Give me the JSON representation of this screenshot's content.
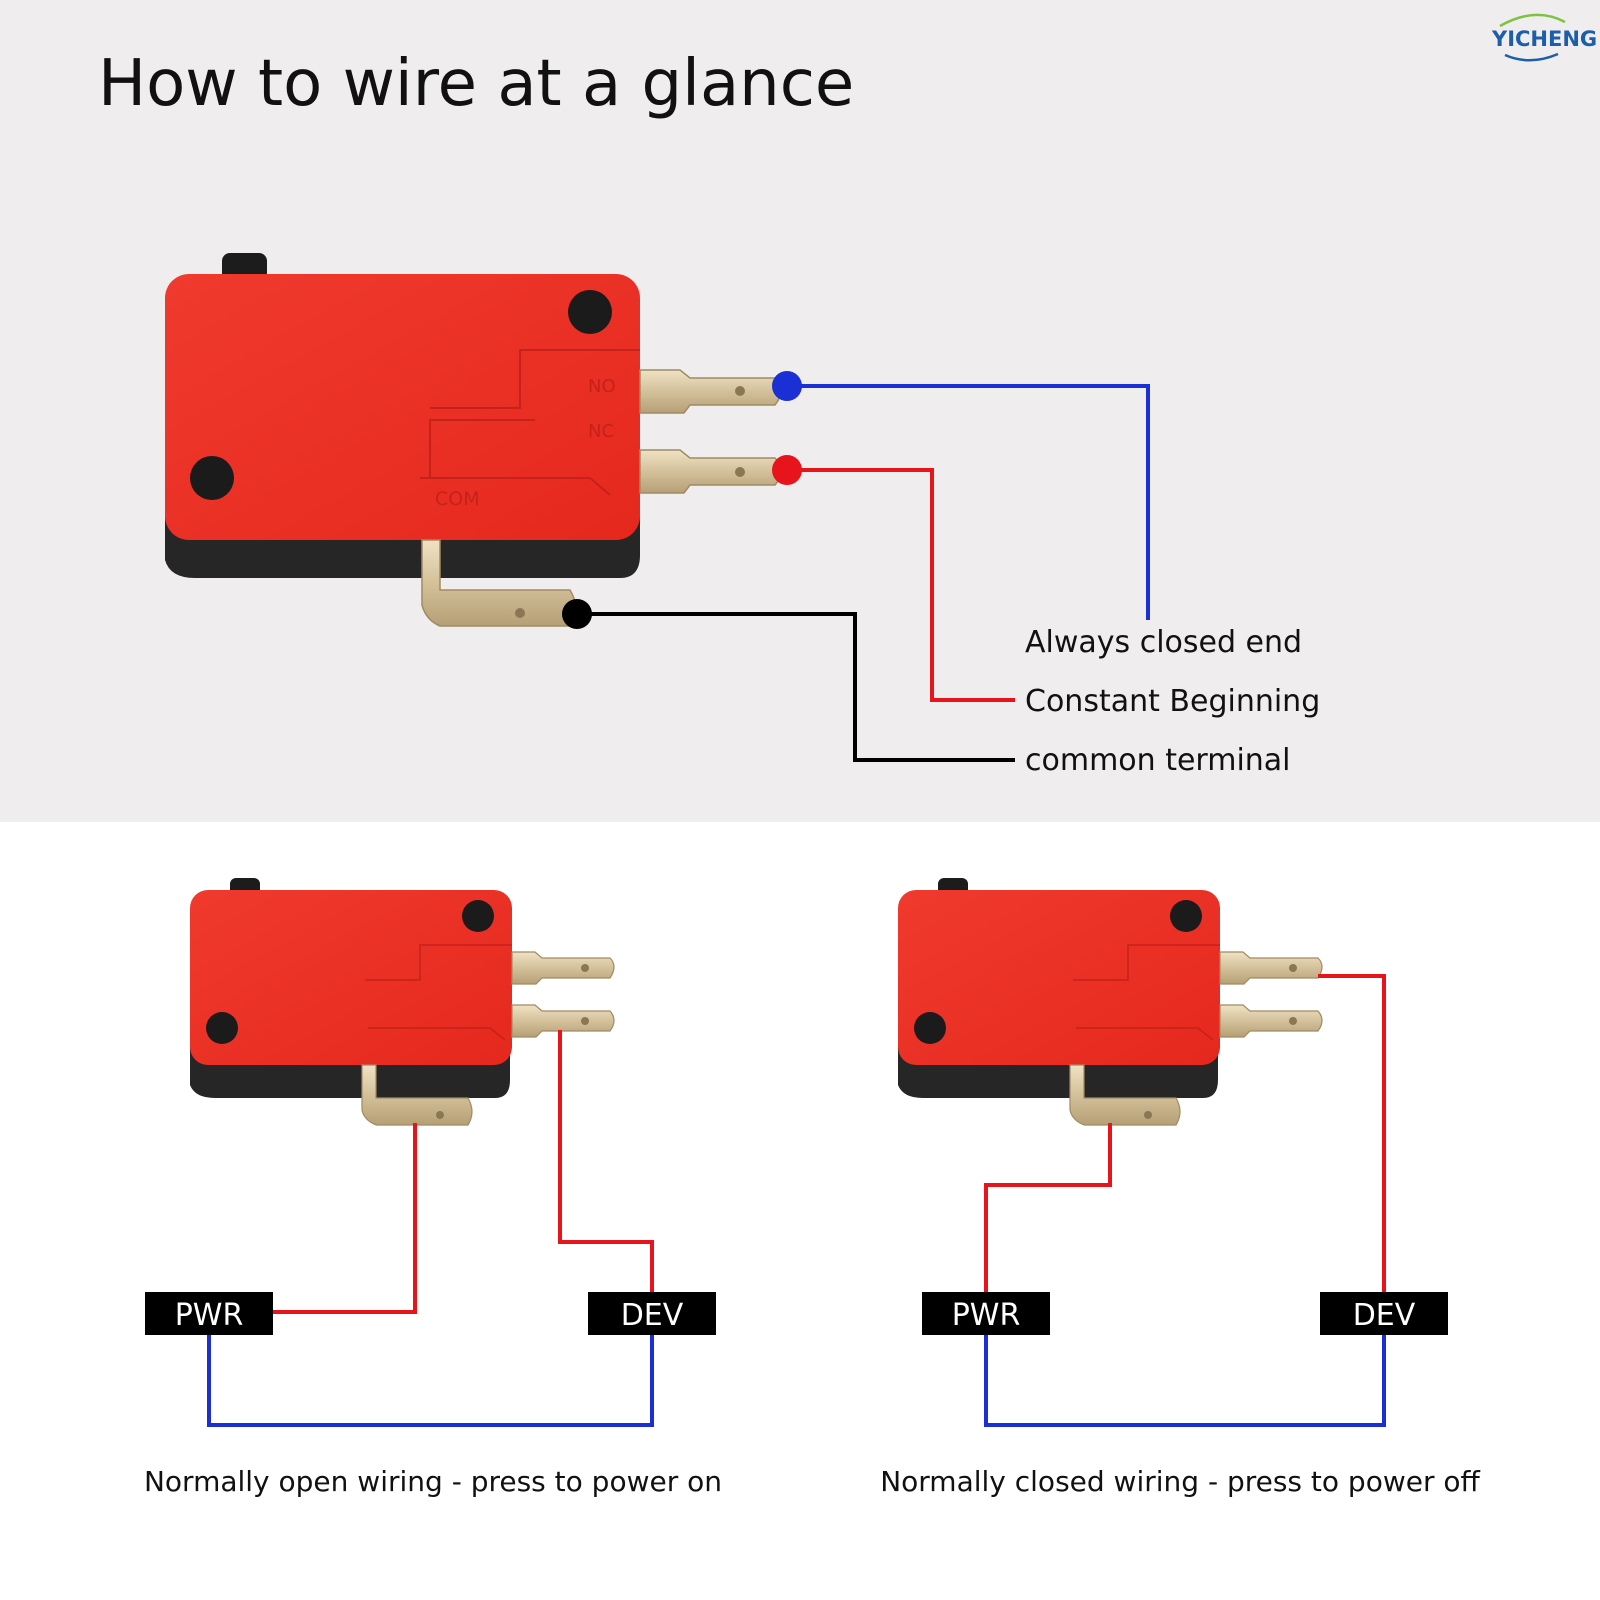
{
  "page": {
    "title": "How to wire at a glance",
    "brand": "YICHENG"
  },
  "switch_markings": {
    "no": "NO",
    "nc": "NC",
    "com": "COM"
  },
  "legend": {
    "nc_label": "Always closed end",
    "no_label": "Constant Beginning",
    "com_label": "common terminal"
  },
  "diagrams": [
    {
      "pwr_label": "PWR",
      "dev_label": "DEV",
      "caption": "Normally open wiring - press to power on"
    },
    {
      "pwr_label": "PWR",
      "dev_label": "DEV",
      "caption": "Normally closed wiring - press to power off"
    }
  ],
  "colors": {
    "top_background": "#efedee",
    "switch_body": "#ee2e24",
    "switch_base": "#2b2b2b",
    "terminal": "#d9c8a4",
    "wire_red": "#e8141b",
    "wire_blue": "#1a2fd4",
    "wire_black": "#000000",
    "brand": "#1d5ea8"
  }
}
